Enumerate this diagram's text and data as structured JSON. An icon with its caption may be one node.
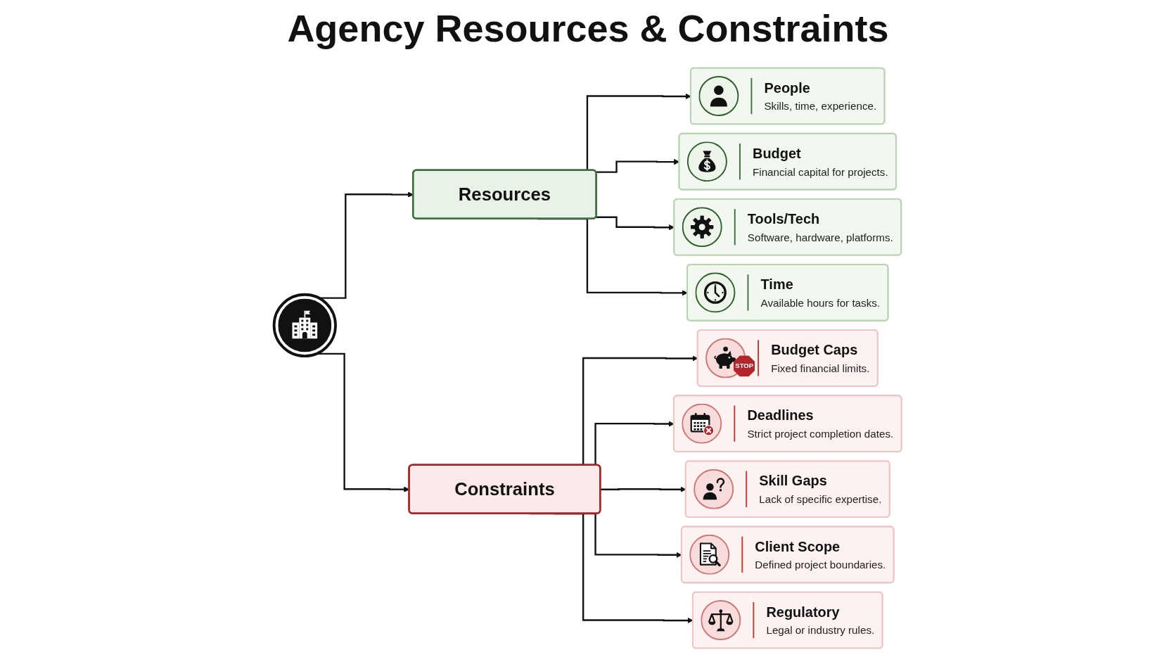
{
  "diagram": {
    "title": "Agency Resources & Constraints",
    "nodes": [
      {
        "text": [],
        "shape": "circle"
      },
      {
        "text": [
          "Resources"
        ]
      },
      {
        "text": [
          "People",
          "Skills, time, experience."
        ]
      },
      {
        "text": [
          "Budget",
          "Financial capital for projects."
        ]
      },
      {
        "text": [
          "Tools/Tech",
          "Software, hardware, platforms."
        ]
      },
      {
        "text": [
          "Time",
          "Available hours for tasks."
        ]
      },
      {
        "text": [
          "Constraints"
        ]
      },
      {
        "text": [
          "STOP",
          "Budget Caps",
          "Fixed financial limits."
        ]
      },
      {
        "text": [
          "Deadlines",
          "Strict project completion dates."
        ]
      },
      {
        "text": [
          "Skill Gaps",
          "Lack of specific expertise."
        ]
      },
      {
        "text": [
          "Client Scope",
          "Defined project boundaries."
        ]
      },
      {
        "text": [
          "Regulatory",
          "Legal or industry rules."
        ]
      }
    ],
    "edges": [
      {
        "from": 0,
        "to": 1,
        "arrow": "to"
      },
      {
        "from": 0,
        "to": 6,
        "arrow": "to"
      },
      {
        "from": 1,
        "to": 2,
        "arrow": "to"
      },
      {
        "from": 1,
        "to": 3,
        "arrow": "to"
      },
      {
        "from": 1,
        "to": 4,
        "arrow": "to"
      },
      {
        "from": 1,
        "to": 5,
        "arrow": "to"
      },
      {
        "from": 6,
        "to": 7,
        "arrow": "to"
      },
      {
        "from": 6,
        "to": 8,
        "arrow": "to"
      },
      {
        "from": 6,
        "to": 9,
        "arrow": "to"
      },
      {
        "from": 6,
        "to": 10,
        "arrow": "to"
      },
      {
        "from": 6,
        "to": 11,
        "arrow": "to"
      }
    ]
  }
}
